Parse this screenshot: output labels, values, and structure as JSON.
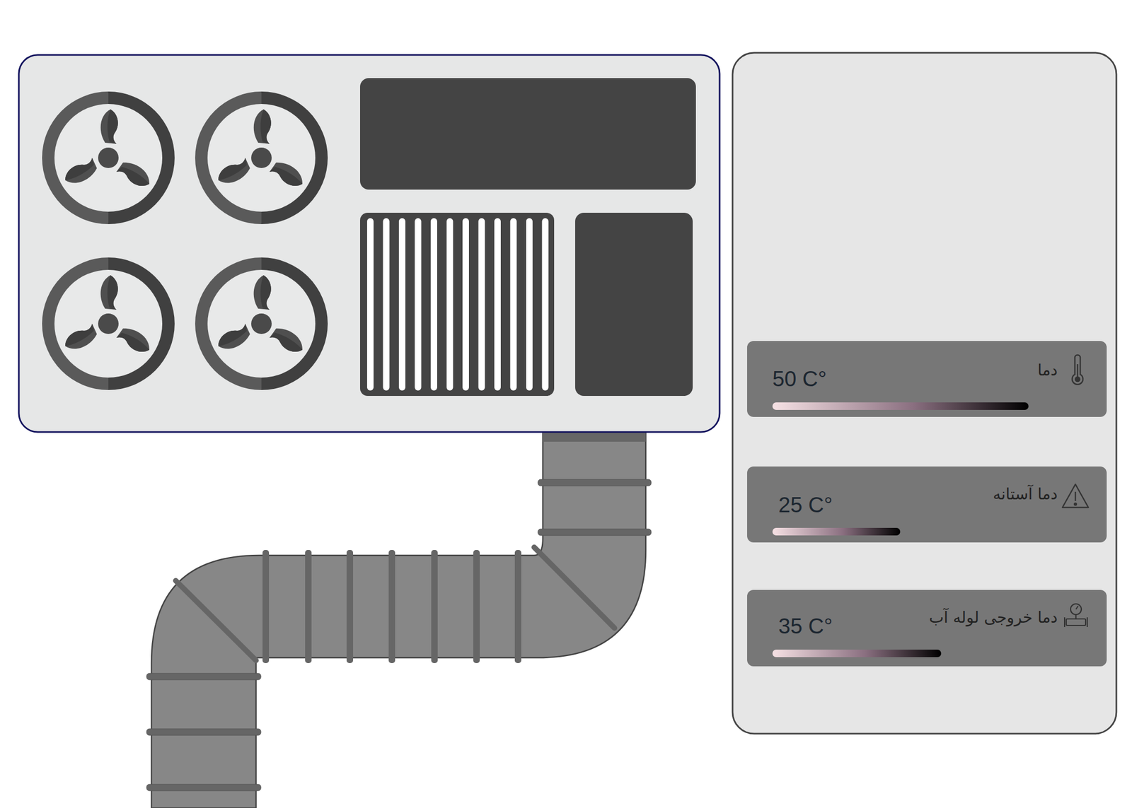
{
  "diagram": {
    "nodes": [
      {
        "text": [
          "50 C°",
          "دما"
        ]
      },
      {
        "text": [
          "25 C°",
          "دما آستانه"
        ]
      },
      {
        "text": [
          "35 C°",
          "دما خروجی لوله آب"
        ]
      }
    ]
  }
}
